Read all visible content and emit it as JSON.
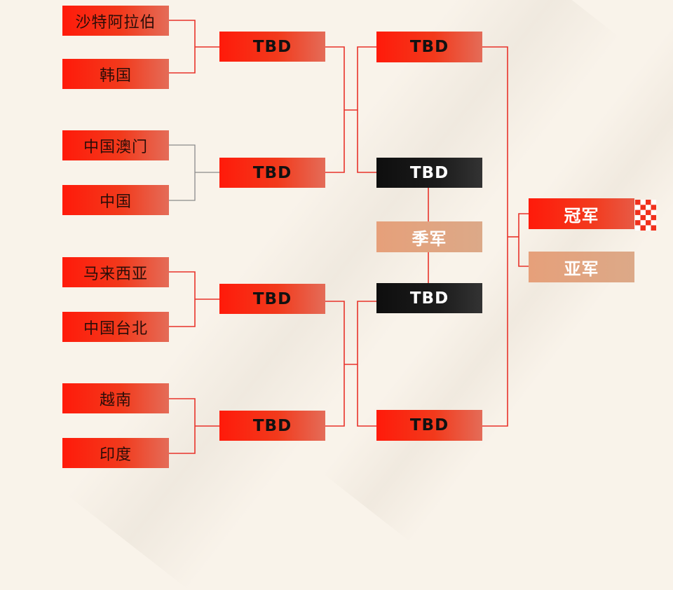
{
  "round1": {
    "teams": [
      "沙特阿拉伯",
      "韩国",
      "中国澳门",
      "中国",
      "马来西亚",
      "中国台北",
      "越南",
      "印度"
    ]
  },
  "quarterfinals": [
    "TBD",
    "TBD",
    "TBD",
    "TBD"
  ],
  "semifinals": {
    "top": "TBD",
    "upper_mid": "TBD",
    "lower_mid": "TBD",
    "bottom": "TBD"
  },
  "third_place_label": "季军",
  "final": {
    "champion_label": "冠军",
    "runner_up_label": "亚军"
  },
  "colors": {
    "accent_red": "#ff1a0a",
    "bronze": "#e6a07a",
    "black": "#111111",
    "line_red": "#e8332a",
    "line_gray": "#8a8a8a",
    "background": "#f9f3ea"
  },
  "icons": [
    "checkered-flag-icon"
  ]
}
